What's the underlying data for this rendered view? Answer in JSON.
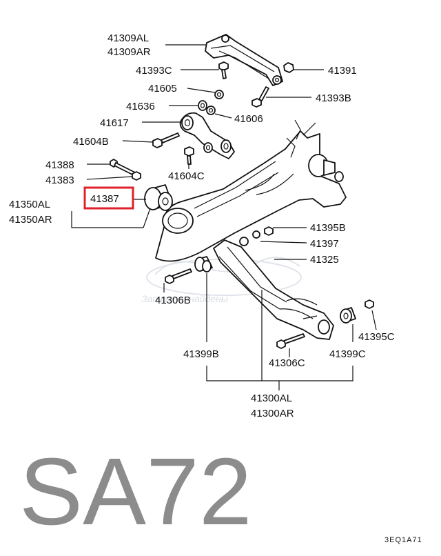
{
  "labels": {
    "p41309": [
      "41309AL",
      "41309AR"
    ],
    "p41393C": "41393C",
    "p41391": "41391",
    "p41605": "41605",
    "p41393B": "41393B",
    "p41636": "41636",
    "p41606": "41606",
    "p41617": "41617",
    "p41604B": "41604B",
    "p41388": "41388",
    "p41604C": "41604C",
    "p41383": "41383",
    "p41387": "41387",
    "p41350": [
      "41350AL",
      "41350AR"
    ],
    "p41395B": "41395B",
    "p41397": "41397",
    "p41325": "41325",
    "p41306B": "41306B",
    "p41395C": "41395C",
    "p41399B": "41399B",
    "p41306C": "41306C",
    "p41399C": "41399C",
    "p41300": [
      "41300AL",
      "41300AR"
    ]
  },
  "highlight": {
    "part": "41387",
    "color": "#e0202a"
  },
  "model_code": "SA72",
  "diagram_code": "3EQ1A71",
  "watermark": "Запчасти найдены"
}
